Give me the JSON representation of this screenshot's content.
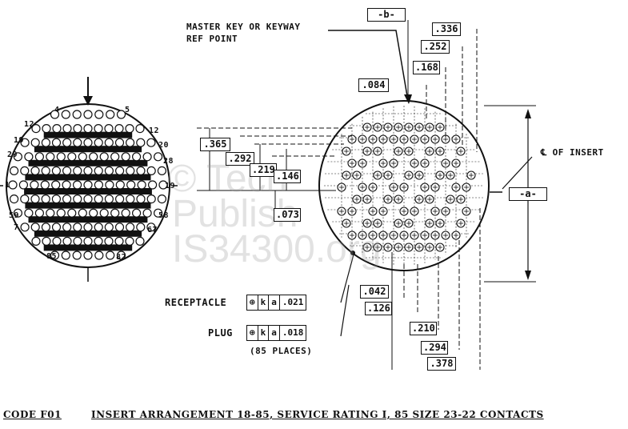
{
  "left_view": {
    "numbers": {
      "top_left": "4",
      "top_right": "5",
      "left_upper": "12",
      "right_upper": "12",
      "left_mid": "19",
      "right_mid_upper": "20",
      "left_lower_mid": "29",
      "right_lower_mid": "28",
      "left_center": "1",
      "right_center": "19",
      "left_lower": "59",
      "right_lower": "58",
      "left_bottom": "7",
      "right_bottom": "67",
      "bottom_left": "85",
      "bottom_right": "82"
    }
  },
  "right_view": {
    "master_key_label_line1": "MASTER KEY OR KEYWAY",
    "master_key_label_line2": "REF POINT",
    "datum_b": "-b-",
    "datum_a": "-a-",
    "centerline_label": "℄ OF INSERT",
    "top_dims": [
      ".336",
      ".252",
      ".168",
      ".084"
    ],
    "left_dims": [
      ".365",
      ".292",
      ".219",
      ".146",
      ".073"
    ],
    "bottom_dims": [
      ".042",
      ".126",
      ".210",
      ".294",
      ".378"
    ]
  },
  "callouts": {
    "receptacle_label": "RECEPTACLE",
    "receptacle_frame": [
      "⊕",
      "k",
      "a",
      ".021"
    ],
    "plug_label": "PLUG",
    "plug_frame": [
      "⊕",
      "k",
      "a",
      ".018"
    ],
    "places_note": "(85 PLACES)"
  },
  "caption": {
    "code": "CODE F01",
    "text": "INSERT ARRANGEMENT 18-85, SERVICE RATING I, 85 SIZE 23-22 CONTACTS"
  },
  "watermark": {
    "line1": "© Tech",
    "line2": "Publish",
    "line3": "IS34300.org"
  }
}
